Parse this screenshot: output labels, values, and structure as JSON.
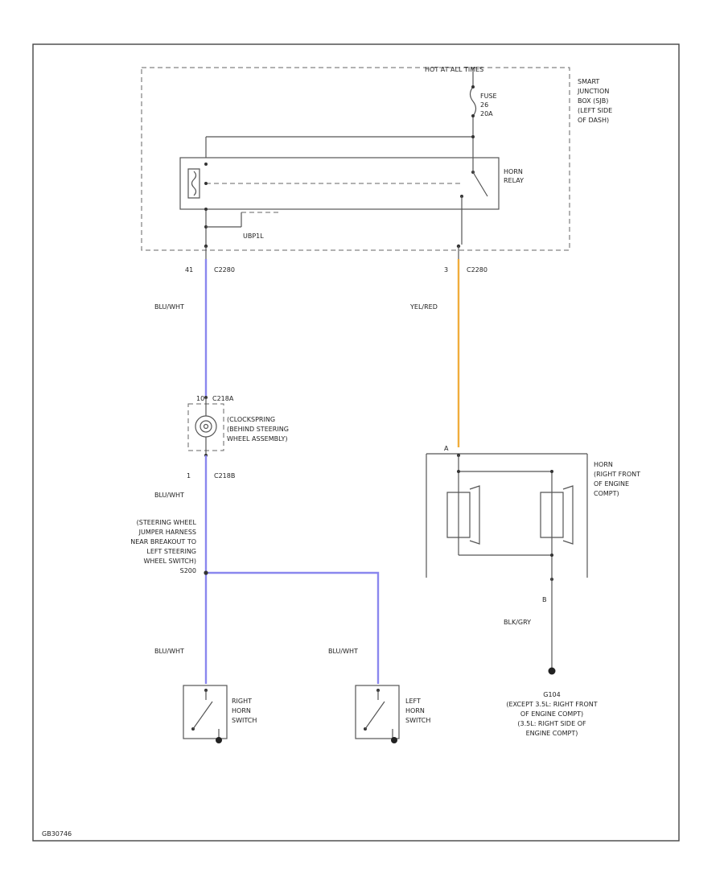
{
  "labels": {
    "hot_at_all_times": "HOT AT ALL TIMES",
    "sjb": [
      "SMART",
      "JUNCTION",
      "BOX (SJB)",
      "(LEFT SIDE",
      "OF DASH)"
    ],
    "fuse": [
      "FUSE",
      "26",
      "20A"
    ],
    "horn_relay": [
      "HORN",
      "RELAY"
    ],
    "ubpl": "UBP1L",
    "pin_41": "41",
    "pin_3": "3",
    "c2280a": "C2280",
    "c2280b": "C2280",
    "wire_blu_wht_1": "BLU/WHT",
    "wire_yel_red": "YEL/RED",
    "c218a": "C218A",
    "pin_c218a": "10",
    "clockspring": [
      "(CLOCKSPRING",
      "(BEHIND STEERING",
      "WHEEL ASSEMBLY)"
    ],
    "pin_1_c218b": "1",
    "c218b": "C218B",
    "wire_blu_wht_2": "BLU/WHT",
    "splice": [
      "(STEERING WHEEL",
      "JUMPER HARNESS",
      "NEAR BREAKOUT TO",
      "LEFT STEERING",
      "WHEEL SWITCH)",
      "S200"
    ],
    "horn_pin_a": "A",
    "horn": [
      "HORN",
      "(RIGHT FRONT",
      "OF ENGINE",
      "COMPT)"
    ],
    "horn_pin_b": "B",
    "wire_blk_gry": "BLK/GRY",
    "wire_blu_wht_3": "BLU/WHT",
    "wire_blu_wht_4": "BLU/WHT",
    "g104": [
      "G104",
      "(EXCEPT 3.5L: RIGHT FRONT",
      "OF ENGINE COMPT)",
      "(3.5L: RIGHT SIDE OF",
      "ENGINE COMPT)"
    ],
    "right_horn_switch": [
      "RIGHT",
      "HORN",
      "SWITCH"
    ],
    "left_horn_switch": [
      "LEFT",
      "HORN",
      "SWITCH"
    ],
    "diagram_id": "GB30746"
  },
  "colors": {
    "blu_wht_wire": "#8a87ee",
    "yel_red_wire": "#f0ad3c"
  }
}
